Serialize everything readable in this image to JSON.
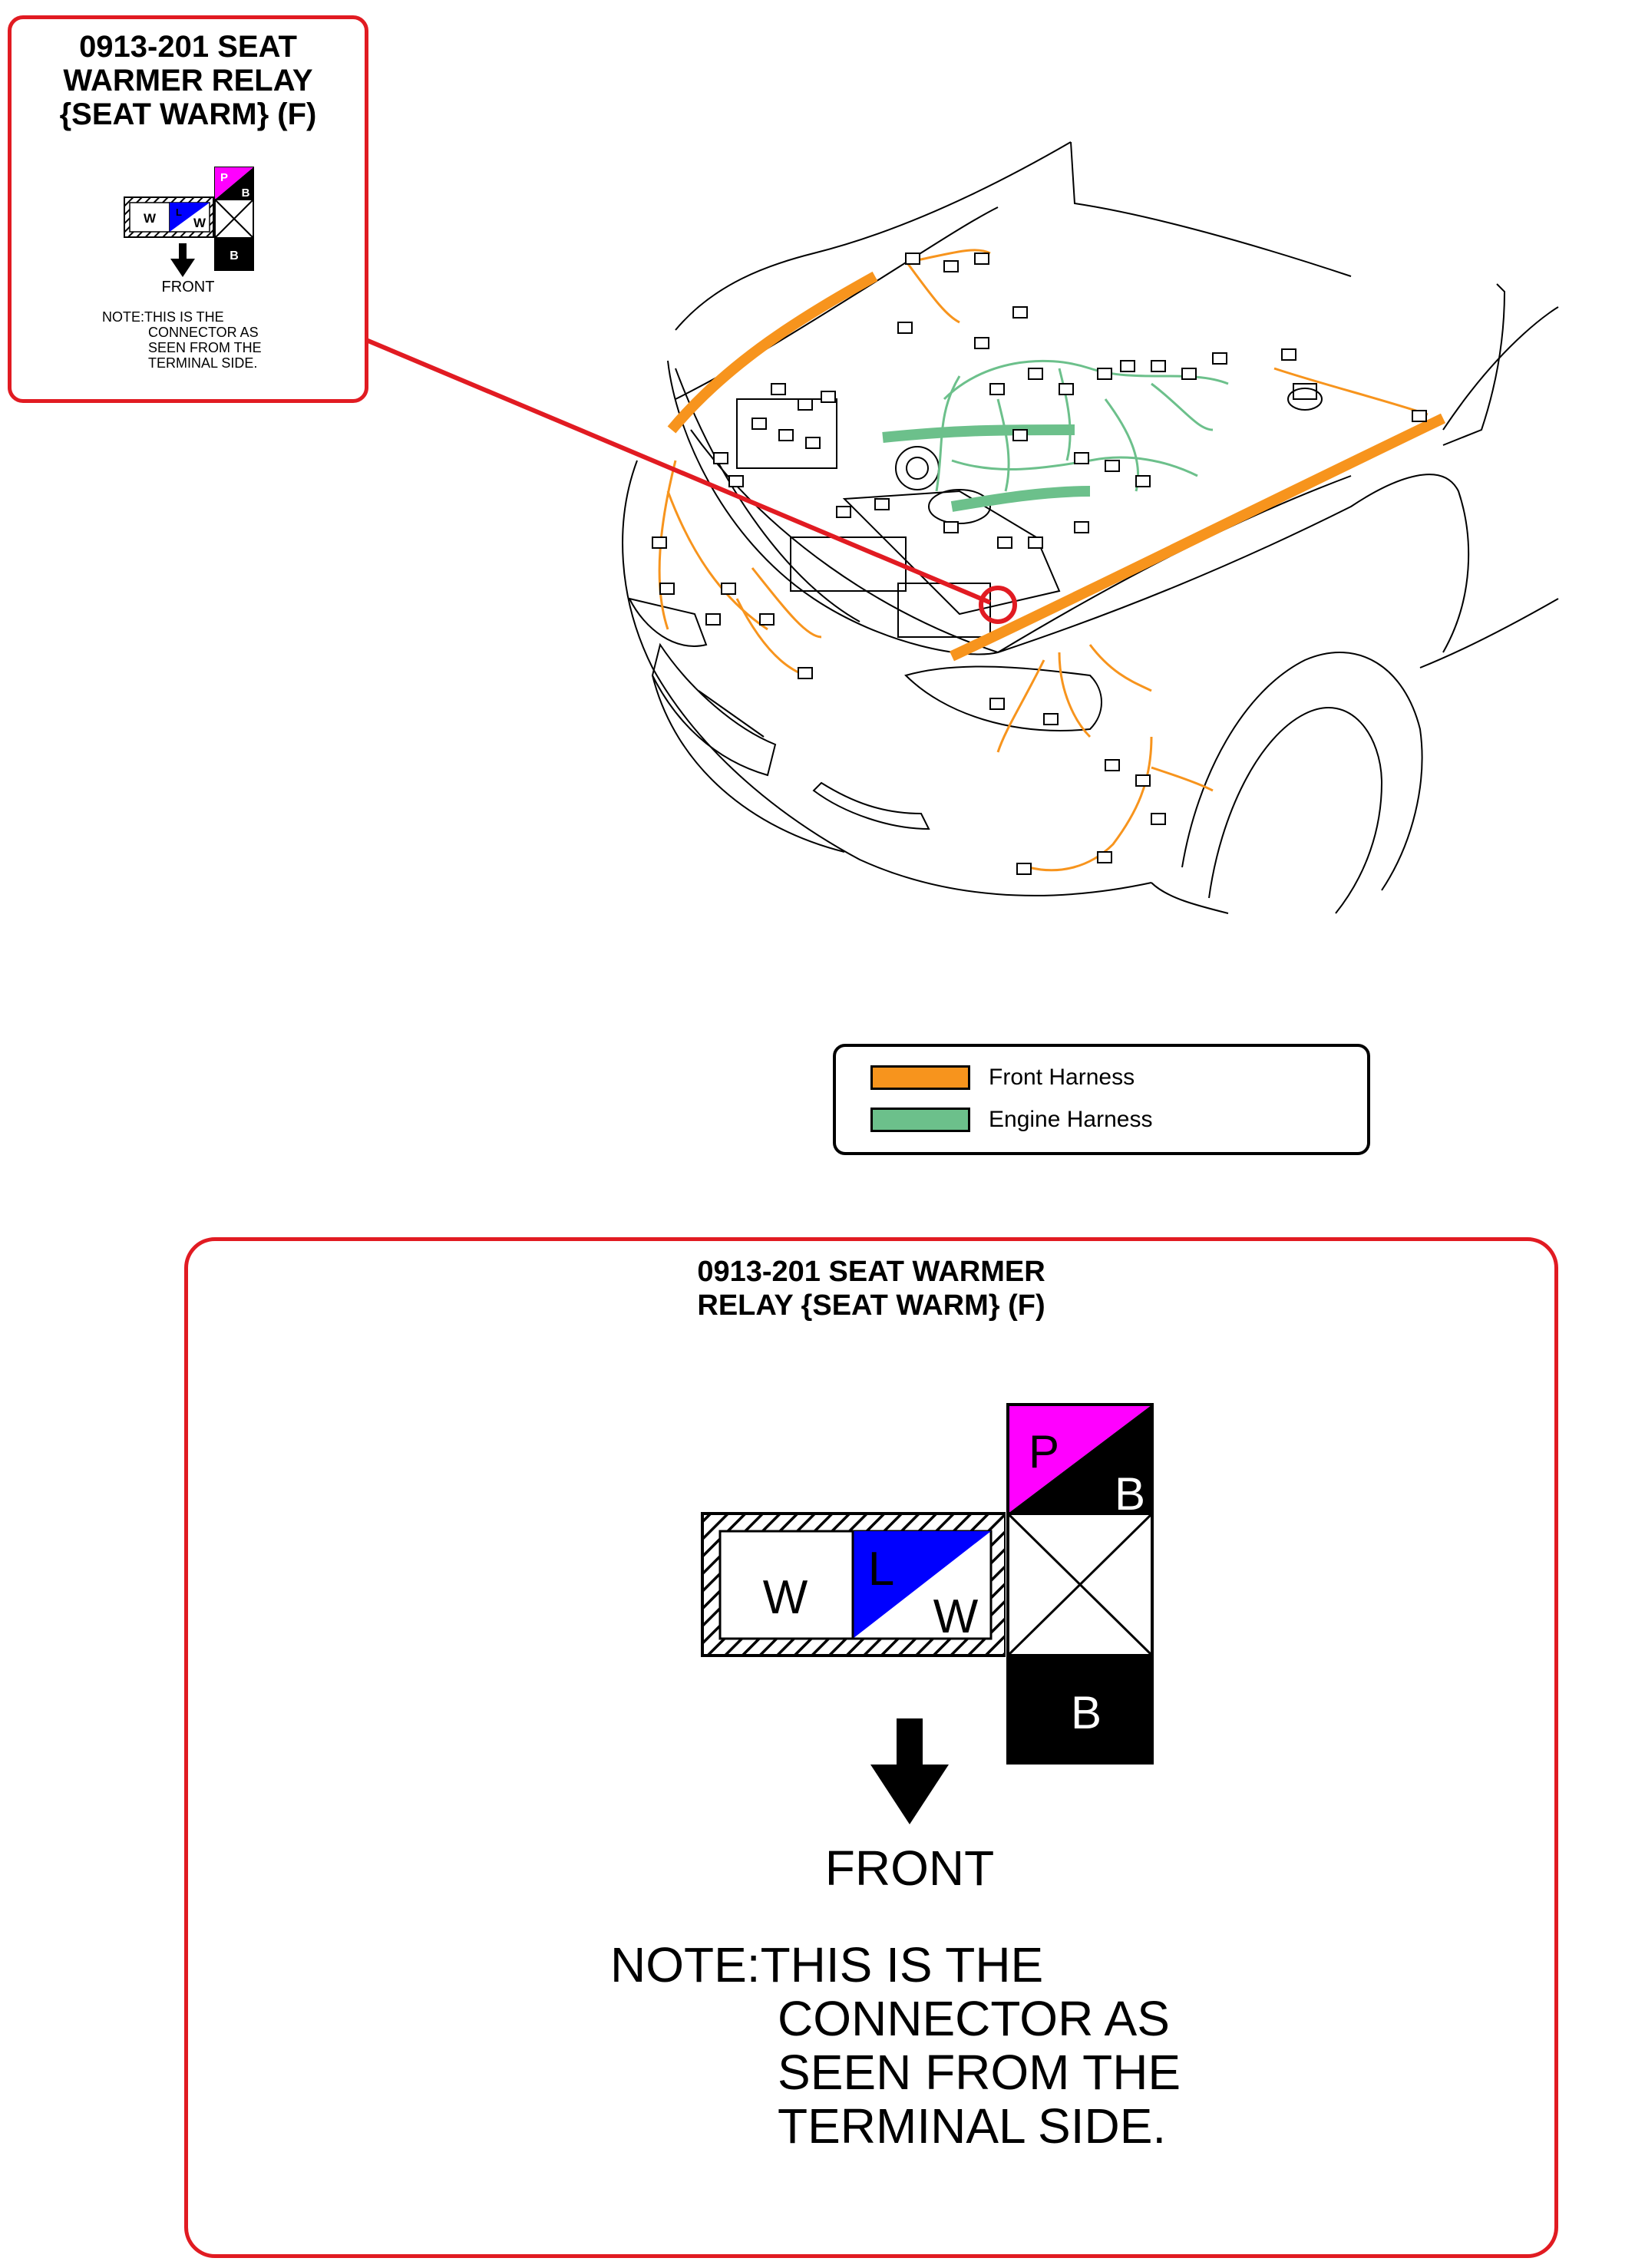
{
  "small_callout": {
    "title_lines": [
      "0913-201 SEAT",
      "WARMER RELAY",
      "{SEAT WARM} (F)"
    ],
    "front_label": "FRONT",
    "note_lines": [
      "NOTE:THIS IS THE",
      "CONNECTOR AS",
      "SEEN FROM THE",
      "TERMINAL SIDE."
    ]
  },
  "big_callout": {
    "title_lines": [
      "0913-201 SEAT WARMER",
      "RELAY {SEAT WARM} (F)"
    ],
    "front_label": "FRONT",
    "note_prefix": "NOTE:",
    "note_lines": [
      "THIS IS THE",
      "CONNECTOR AS",
      "SEEN FROM THE",
      "TERMINAL SIDE."
    ]
  },
  "connector": {
    "pins": {
      "left_white": "W",
      "mid_top": "L",
      "mid_bottom": "W",
      "top_a": "P",
      "top_b": "B",
      "bottom": "B"
    },
    "colors": {
      "pink": "#ff00ff",
      "blue": "#0000ff",
      "black": "#000000"
    }
  },
  "legend": {
    "items": [
      {
        "label": "Front Harness",
        "color": "#f7941d"
      },
      {
        "label": "Engine Harness",
        "color": "#6cc08b"
      }
    ]
  },
  "colors": {
    "callout_red": "#e11b22",
    "front_harness": "#f7941d",
    "engine_harness": "#6cc08b"
  }
}
